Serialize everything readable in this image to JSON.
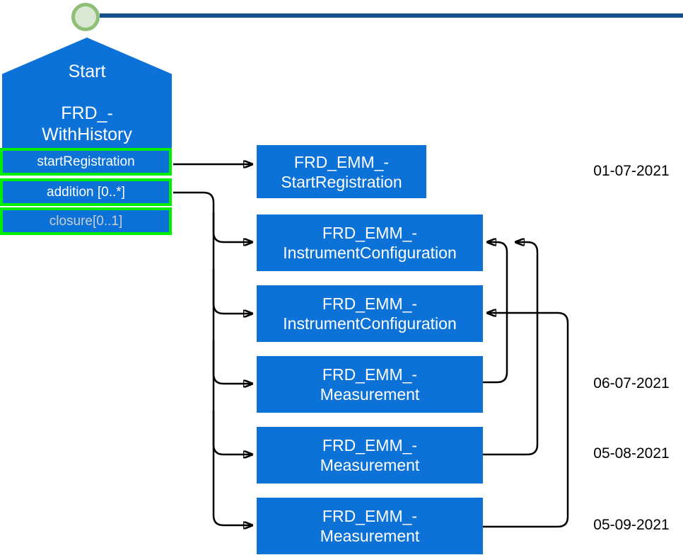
{
  "colors": {
    "node_blue": "#0c72d8",
    "timeline_blue": "#14508f",
    "circle_ring": "#8fbe77",
    "circle_fill": "#d9e8d3",
    "attr_border": "#00ee00",
    "muted_text": "#c8ccd4",
    "arrow": "#000000"
  },
  "start_node": {
    "title": "Start",
    "name_line1": "FRD_-",
    "name_line2": "WithHistory",
    "attributes": [
      {
        "label": "startRegistration"
      },
      {
        "label": "addition [0..*]"
      },
      {
        "label": "closure[0..1]"
      }
    ]
  },
  "events": [
    {
      "line1": "FRD_EMM_-",
      "line2": "StartRegistration",
      "date": "01-07-2021"
    },
    {
      "line1": "FRD_EMM_-",
      "line2": "InstrumentConfiguration"
    },
    {
      "line1": "FRD_EMM_-",
      "line2": "InstrumentConfiguration"
    },
    {
      "line1": "FRD_EMM_-",
      "line2": "Measurement",
      "date": "06-07-2021"
    },
    {
      "line1": "FRD_EMM_-",
      "line2": "Measurement",
      "date": "05-08-2021"
    },
    {
      "line1": "FRD_EMM_-",
      "line2": "Measurement",
      "date": "05-09-2021"
    }
  ]
}
